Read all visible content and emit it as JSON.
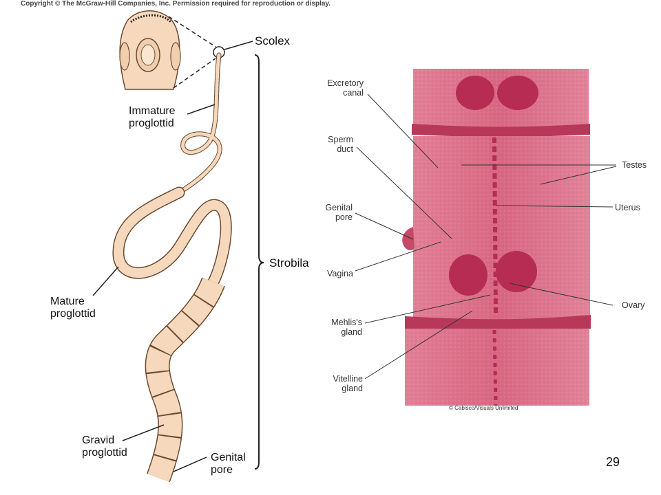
{
  "copyright": "Copyright © The McGraw-Hill Companies, Inc. Permission required for reproduction or display.",
  "drawing_labels": {
    "scolex": "Scolex",
    "immature_1": "Immature",
    "immature_2": "proglottid",
    "strobila": "Strobila",
    "mature_1": "Mature",
    "mature_2": "proglottid",
    "gravid_1": "Gravid",
    "gravid_2": "proglottid",
    "genital_pore_1": "Genital",
    "genital_pore_2": "pore"
  },
  "photo_labels": {
    "excretory_1": "Excretory",
    "excretory_2": "canal",
    "sperm_1": "Sperm",
    "sperm_2": "duct",
    "genital_1": "Genital",
    "genital_2": "pore",
    "vagina": "Vagina",
    "mehlis_1": "Mehlis's",
    "mehlis_2": "gland",
    "vitelline_1": "Vitelline",
    "vitelline_2": "gland",
    "testes": "Testes",
    "uterus": "Uterus",
    "ovary": "Ovary"
  },
  "photo_credit": "© Cabisco/Visuals Unlimited",
  "page_number": "29",
  "colors": {
    "worm_fill": "#f6d8bd",
    "worm_stroke": "#6b4a33",
    "tissue": "#d86a84",
    "tissue_dark": "#b8385a"
  }
}
